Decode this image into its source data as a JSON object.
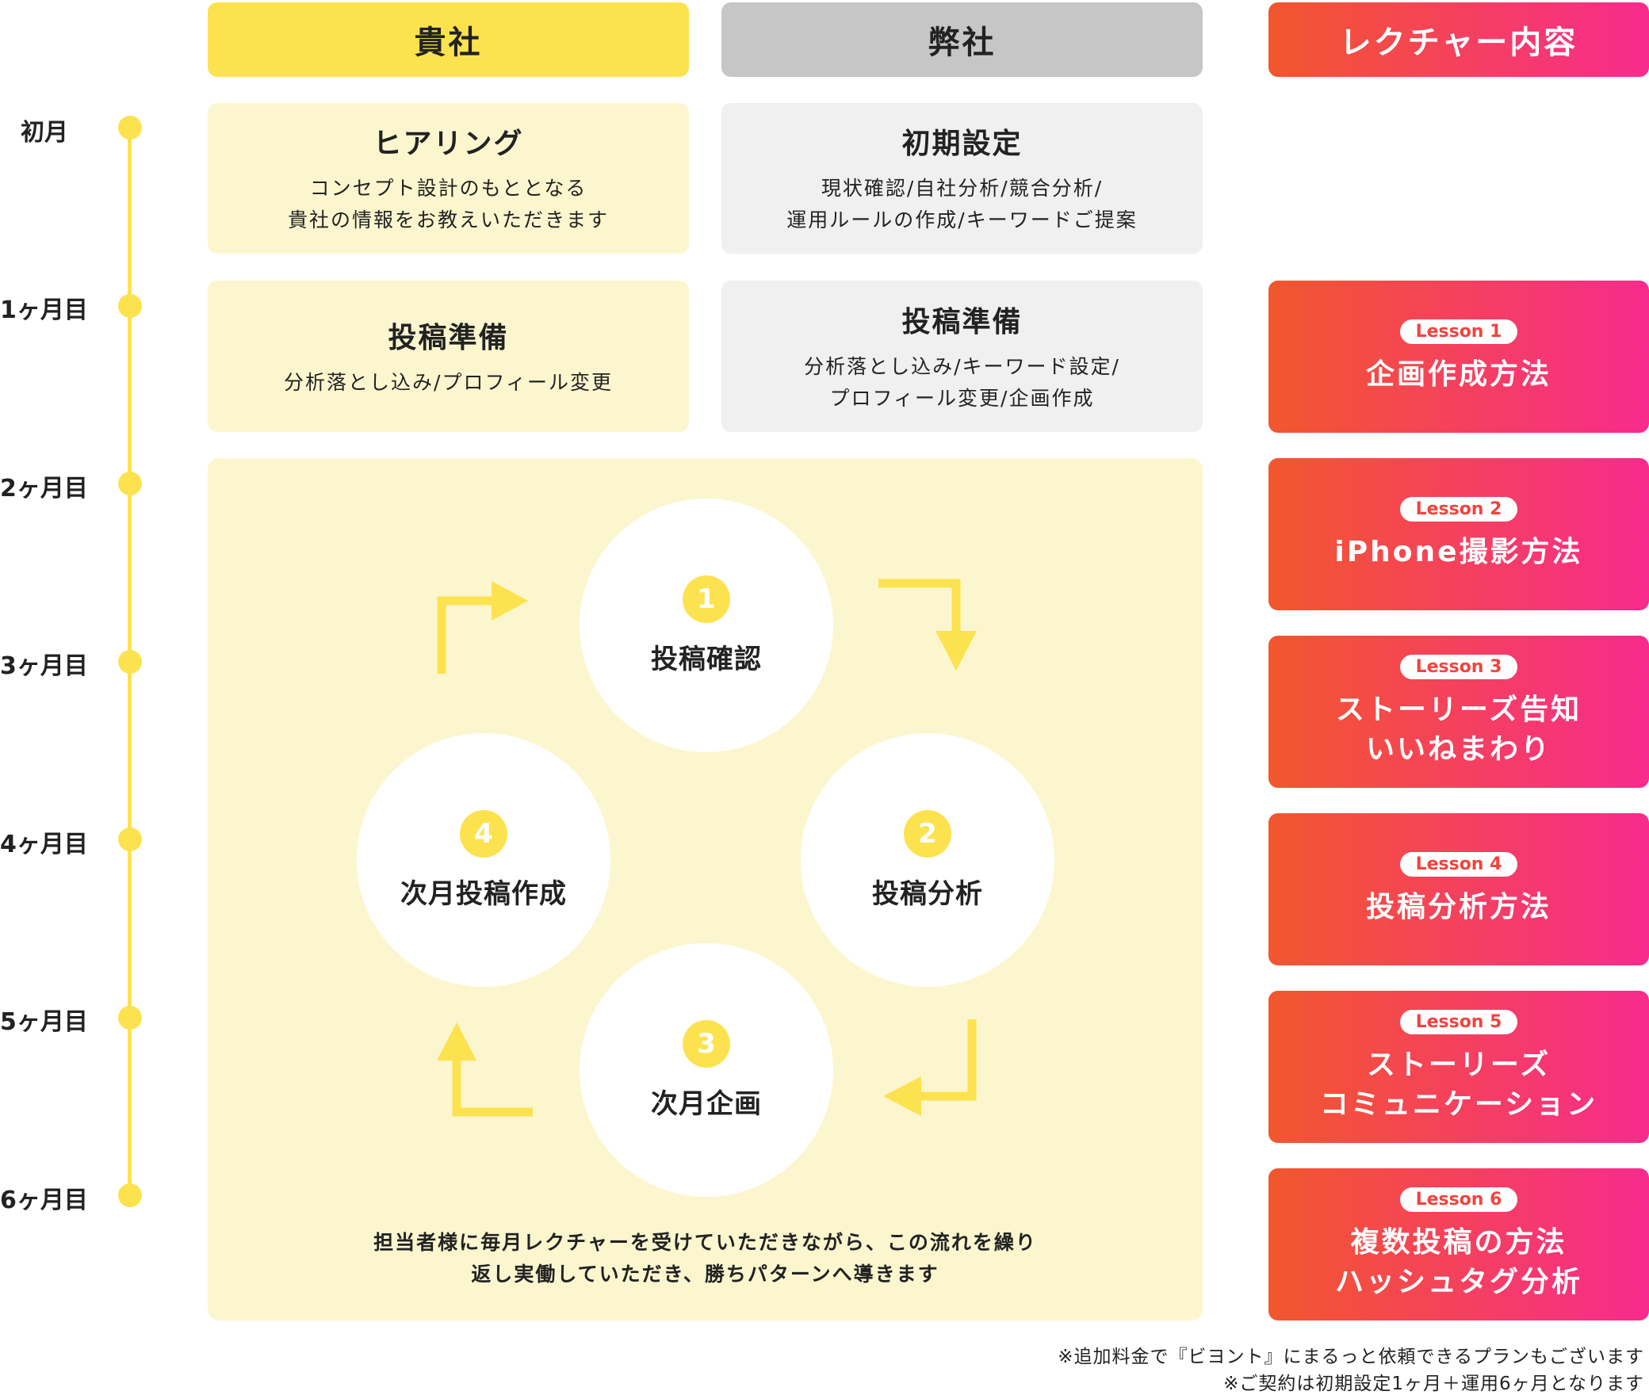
{
  "headers": {
    "client": "貴社",
    "us": "弊社",
    "lecture": "レクチャー内容"
  },
  "months": [
    "初月",
    "1ヶ月目",
    "2ヶ月目",
    "3ヶ月目",
    "4ヶ月目",
    "5ヶ月目",
    "6ヶ月目"
  ],
  "client_cards": [
    {
      "title": "ヒアリング",
      "desc1": "コンセプト設計のもととなる",
      "desc2": "貴社の情報をお教えいただきます"
    },
    {
      "title": "投稿準備",
      "desc1": "分析落とし込み/プロフィール変更",
      "desc2": ""
    }
  ],
  "us_cards": [
    {
      "title": "初期設定",
      "desc1": "現状確認/自社分析/競合分析/",
      "desc2": "運用ルールの作成/キーワードご提案"
    },
    {
      "title": "投稿準備",
      "desc1": "分析落とし込み/キーワード設定/",
      "desc2": "プロフィール変更/企画作成"
    }
  ],
  "cycle": {
    "steps": [
      {
        "num": "1",
        "label": "投稿確認"
      },
      {
        "num": "2",
        "label": "投稿分析"
      },
      {
        "num": "3",
        "label": "次月企画"
      },
      {
        "num": "4",
        "label": "次月投稿作成"
      }
    ],
    "note1": "担当者様に毎月レクチャーを受けていただきながら、この流れを繰り",
    "note2": "返し実働していただき、勝ちパターンへ導きます"
  },
  "lessons": [
    {
      "tag": "Lesson 1",
      "line1": "企画作成方法",
      "line2": ""
    },
    {
      "tag": "Lesson 2",
      "line1": "iPhone撮影方法",
      "line2": ""
    },
    {
      "tag": "Lesson 3",
      "line1": "ストーリーズ告知",
      "line2": "いいねまわり"
    },
    {
      "tag": "Lesson 4",
      "line1": "投稿分析方法",
      "line2": ""
    },
    {
      "tag": "Lesson 5",
      "line1": "ストーリーズ",
      "line2": "コミュニケーション"
    },
    {
      "tag": "Lesson 6",
      "line1": "複数投稿の方法",
      "line2": "ハッシュタグ分析"
    }
  ],
  "footnotes": [
    "※追加料金で『ビヨント』にまるっと依頼できるプランもございます",
    "※ご契約は初期設定1ヶ月＋運用6ヶ月となります"
  ],
  "colors": {
    "yellow": "#fde24f",
    "pale_yellow": "#fcf6cf",
    "gray": "#c6c6c6",
    "pale_gray": "#f0f0f0",
    "grad_start": "#f2572d",
    "grad_end": "#f72b8e"
  }
}
